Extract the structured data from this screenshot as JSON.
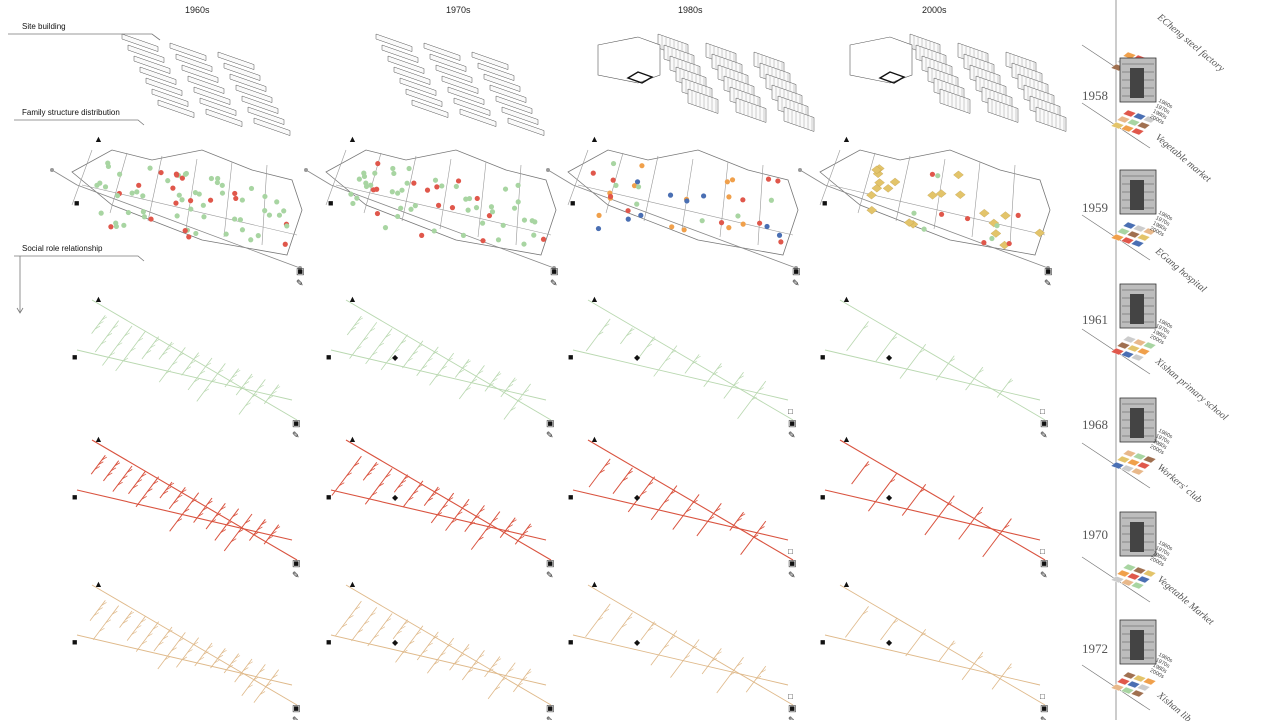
{
  "columns": [
    "1960s",
    "1970s",
    "1980s",
    "2000s"
  ],
  "rows": {
    "site": "Site building",
    "family": "Family structure distribution",
    "social": "Social role relationship"
  },
  "timeline": [
    {
      "year": "",
      "name": "ECheng steel factory"
    },
    {
      "year": "1958",
      "name": "Vegetable market"
    },
    {
      "year": "1959",
      "name": "EGang hospital"
    },
    {
      "year": "1961",
      "name": "Xishan primary school"
    },
    {
      "year": "1968",
      "name": "Workers' club"
    },
    {
      "year": "1970",
      "name": "Vegetable Market"
    },
    {
      "year": "1972",
      "name": "Xishan lib"
    }
  ],
  "decade_labels": [
    "1960s",
    "1970s",
    "1980s",
    "2000s"
  ],
  "colors": {
    "green_dot": "#a8d5a2",
    "red_dot": "#e0574b",
    "orange_dot": "#f0a04b",
    "blue_dot": "#4a6fb3",
    "yellow_block": "#e3c46a",
    "network_green": "#b9d8b0",
    "network_red": "#d9533f",
    "network_tan": "#dfb98a",
    "axis": "#888888"
  },
  "icons": [
    "factory-icon",
    "school-icon",
    "hospital-icon",
    "bus-icon",
    "market-icon",
    "tool-icon"
  ]
}
